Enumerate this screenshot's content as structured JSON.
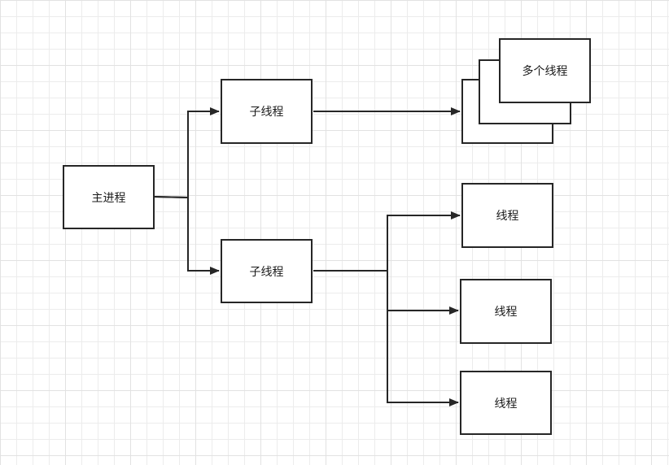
{
  "diagram": {
    "main_process": "主进程",
    "child_threads": [
      "子线程",
      "子线程"
    ],
    "multi_threads": "多个线程",
    "threads": [
      "线程",
      "线程",
      "线程"
    ]
  },
  "colors": {
    "stroke": "#262626",
    "grid": "#ececec",
    "background": "#ffffff"
  }
}
